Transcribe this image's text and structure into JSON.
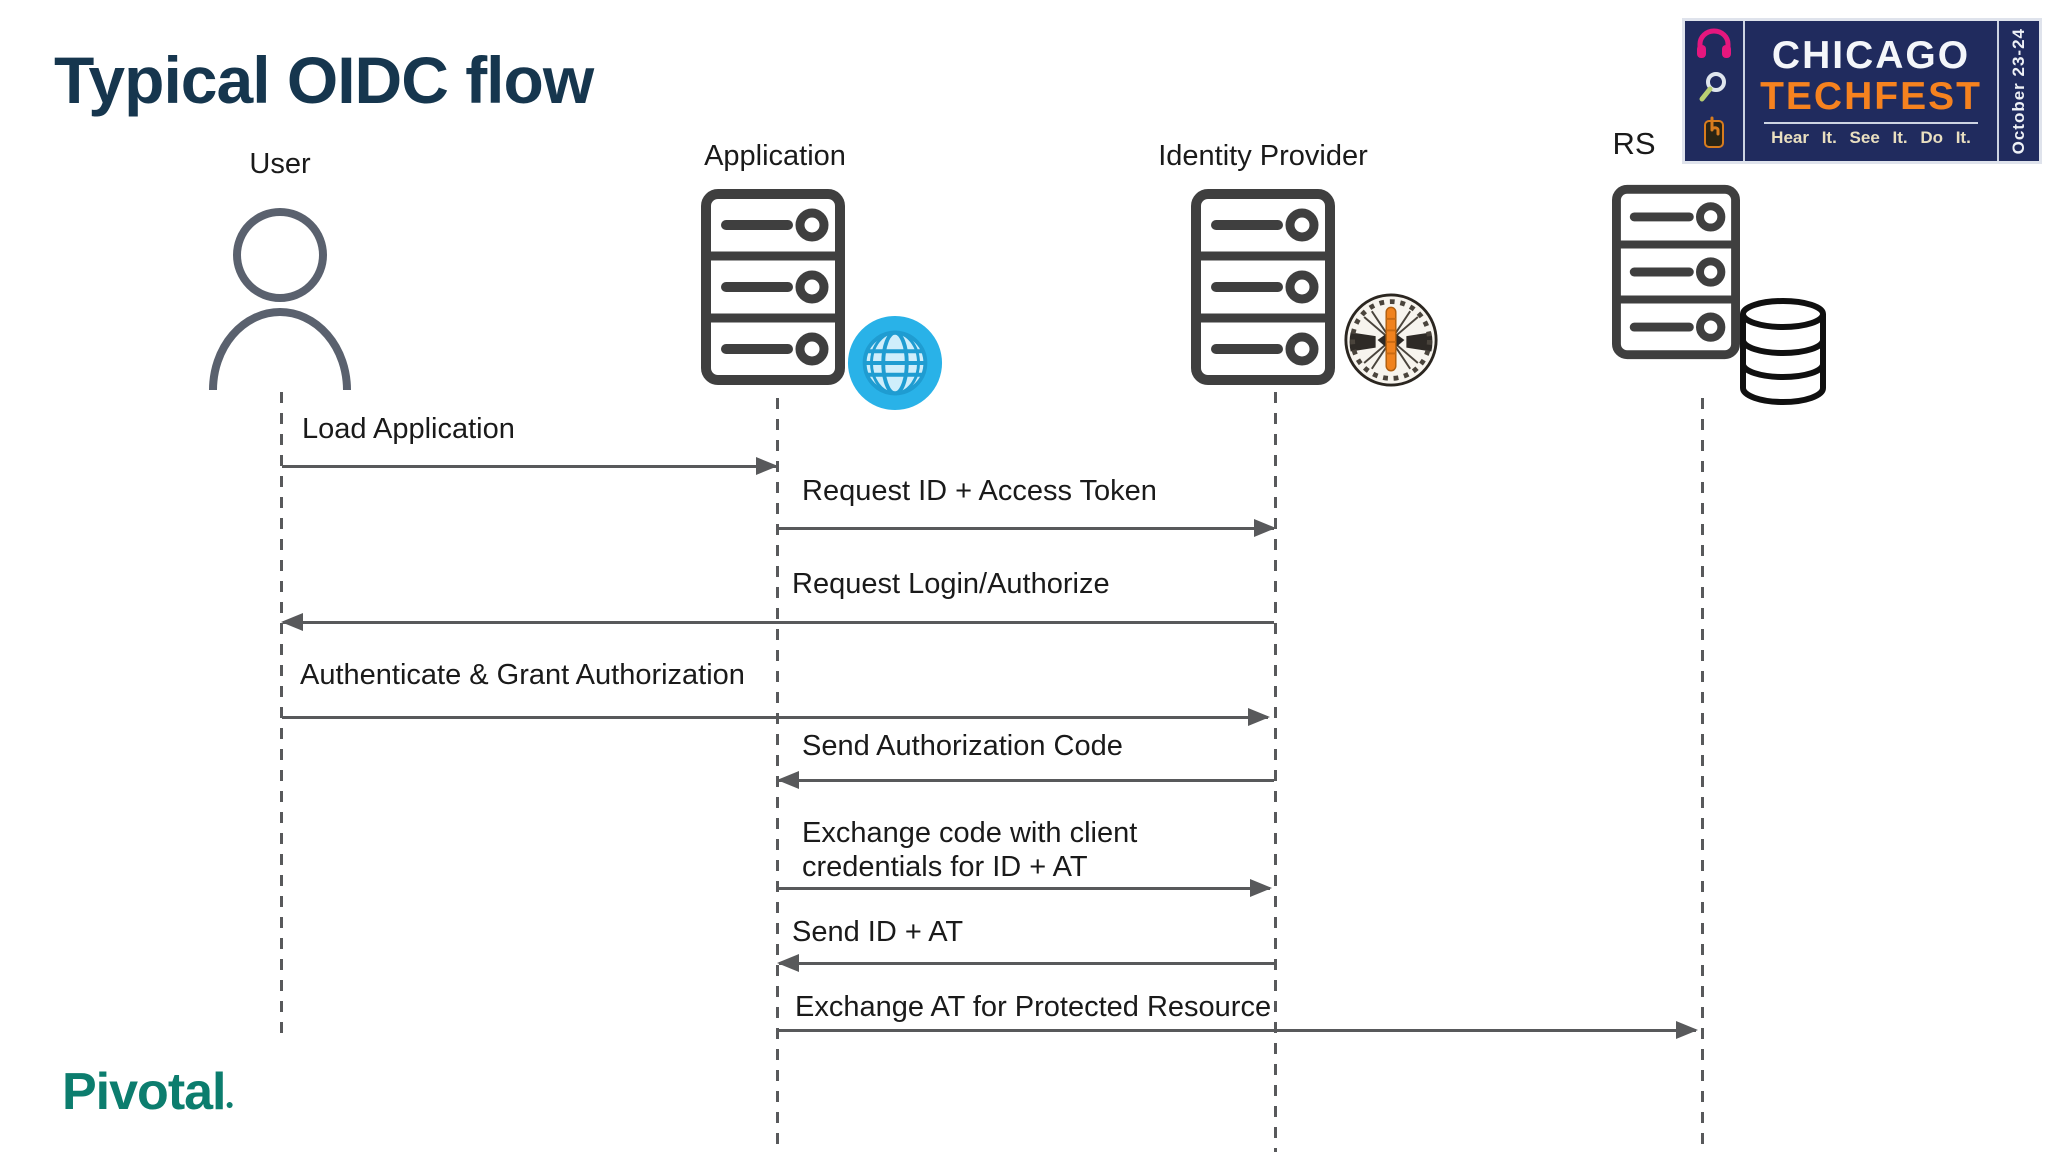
{
  "slide": {
    "title": "Typical OIDC flow",
    "brand": "Pivotal"
  },
  "badge": {
    "line1": "CHICAGO",
    "line2": "TECHFEST",
    "tagline": "Hear It.  See It.  Do It.",
    "date_vertical": "October 23-24"
  },
  "diagram": {
    "actors": [
      {
        "id": "user",
        "label": "User",
        "icon": "person-icon"
      },
      {
        "id": "application",
        "label": "Application",
        "icon": "server-icon, globe-icon"
      },
      {
        "id": "identity-provider",
        "label": "Identity Provider",
        "icon": "server-icon, identity-provider-seal-icon"
      },
      {
        "id": "rs",
        "label": "RS",
        "icon": "server-icon, database-icon"
      }
    ],
    "messages": [
      {
        "from": "user",
        "to": "application",
        "label": "Load Application"
      },
      {
        "from": "application",
        "to": "identity-provider",
        "label": "Request ID + Access Token"
      },
      {
        "from": "identity-provider",
        "to": "user",
        "label": "Request Login/Authorize"
      },
      {
        "from": "user",
        "to": "identity-provider",
        "label": "Authenticate & Grant Authorization"
      },
      {
        "from": "identity-provider",
        "to": "application",
        "label": "Send Authorization Code"
      },
      {
        "from": "application",
        "to": "identity-provider",
        "label": "Exchange code with client\ncredentials for ID + AT"
      },
      {
        "from": "identity-provider",
        "to": "application",
        "label": "Send ID + AT"
      },
      {
        "from": "application",
        "to": "rs",
        "label": "Exchange AT for Protected Resource"
      }
    ]
  },
  "icons": {
    "person-icon": "outlined head and shoulders figure",
    "server-icon": "three-bay server rack outline",
    "globe-icon": "blue globe with grid",
    "identity-provider-seal-icon": "round seal badge with orange column",
    "database-icon": "stacked database cylinder",
    "headphones-icon": "pink headphones",
    "magnifier-icon": "magnifying glass",
    "touch-icon": "orange touch hand"
  },
  "colors": {
    "title_navy": "#16364e",
    "pivotal_teal": "#0c7d6e",
    "arrow_gray": "#58595b",
    "globe_blue": "#29b2e8",
    "techfest_orange": "#f6821f",
    "badge_navy": "#202b5e",
    "seal_orange": "#f0821e"
  }
}
